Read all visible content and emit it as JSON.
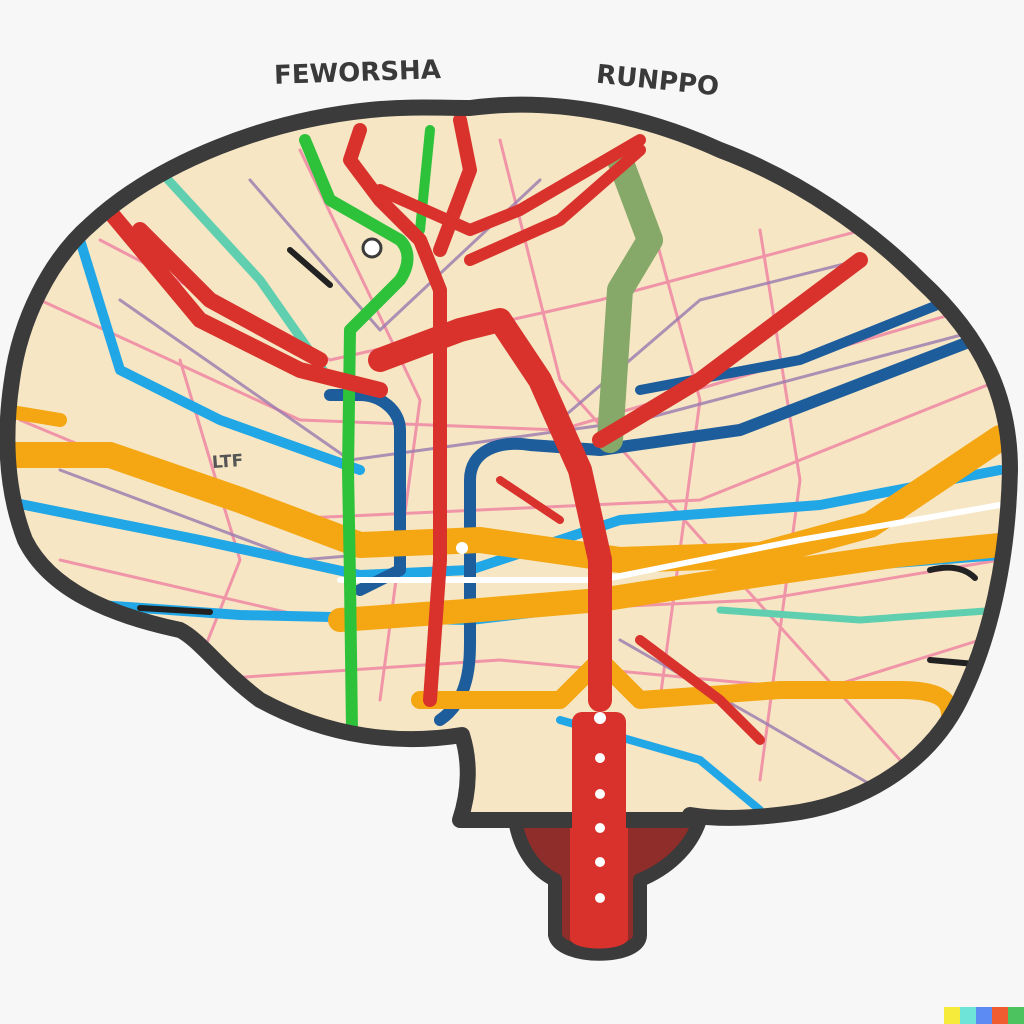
{
  "labels": {
    "top_left": "FEWORSHA",
    "top_right": "RUNPPO",
    "side": "LTF"
  },
  "colors": {
    "outline": "#3b3b3b",
    "brain_fill": "#f6e6c4",
    "stem": "#d9322c",
    "stem_dark": "#a8302c",
    "red": "#d9322c",
    "green": "#2ec23a",
    "sage": "#86a868",
    "blue": "#1d5d9b",
    "sky": "#21a6e6",
    "orange": "#f5a713",
    "pink": "#ef86a4",
    "teal": "#5fcfb0",
    "purple": "#9a7ab0",
    "watermark": [
      "#f6ea3b",
      "#6ee3d8",
      "#5b8bf3",
      "#ef5c2f",
      "#4cc35e"
    ]
  }
}
